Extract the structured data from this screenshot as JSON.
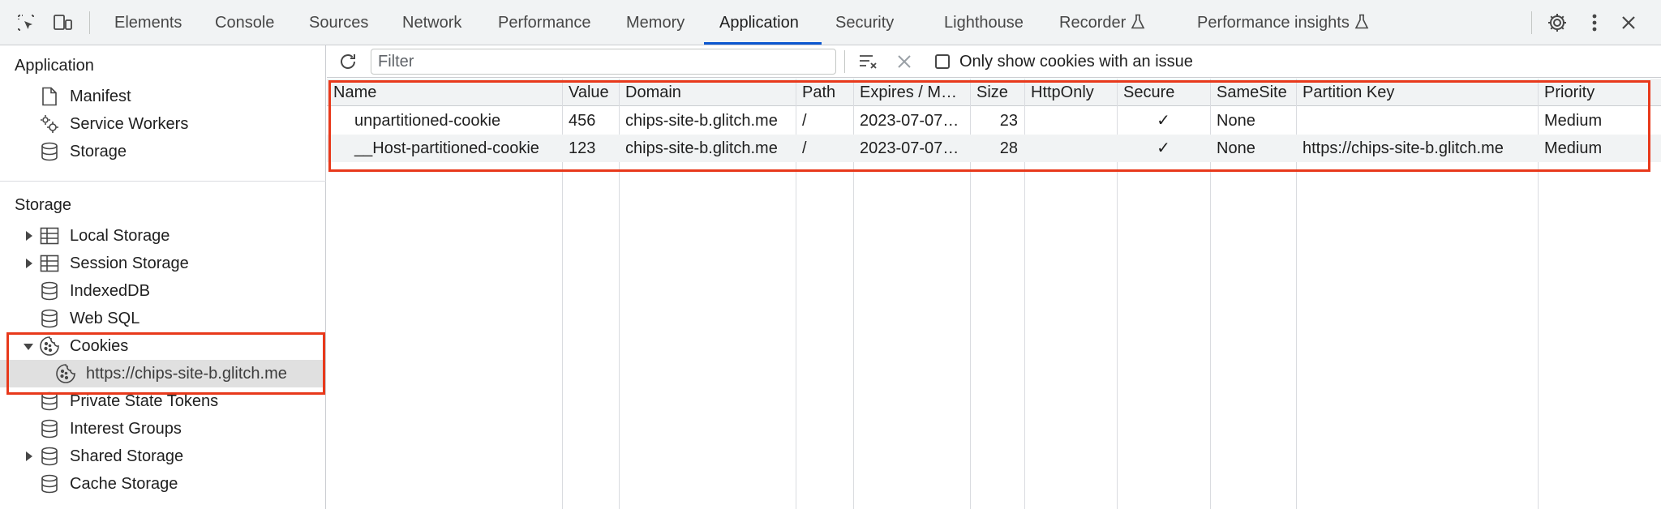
{
  "tabs": [
    {
      "label": "Elements"
    },
    {
      "label": "Console"
    },
    {
      "label": "Sources"
    },
    {
      "label": "Network"
    },
    {
      "label": "Performance"
    },
    {
      "label": "Memory"
    },
    {
      "label": "Application"
    },
    {
      "label": "Security"
    },
    {
      "label": "Lighthouse"
    },
    {
      "label": "Recorder"
    },
    {
      "label": "Performance insights"
    }
  ],
  "sidebar": {
    "application_title": "Application",
    "application_items": [
      {
        "label": "Manifest",
        "icon": "document-icon"
      },
      {
        "label": "Service Workers",
        "icon": "gears-icon"
      },
      {
        "label": "Storage",
        "icon": "database-icon"
      }
    ],
    "storage_title": "Storage",
    "storage_items": [
      {
        "label": "Local Storage",
        "icon": "table-icon",
        "expandable": true
      },
      {
        "label": "Session Storage",
        "icon": "table-icon",
        "expandable": true
      },
      {
        "label": "IndexedDB",
        "icon": "database-icon"
      },
      {
        "label": "Web SQL",
        "icon": "database-icon"
      },
      {
        "label": "Cookies",
        "icon": "cookie-icon",
        "expanded": true
      },
      {
        "label": "https://chips-site-b.glitch.me",
        "icon": "cookie-icon",
        "selected": true
      },
      {
        "label": "Private State Tokens",
        "icon": "database-icon"
      },
      {
        "label": "Interest Groups",
        "icon": "database-icon"
      },
      {
        "label": "Shared Storage",
        "icon": "database-icon",
        "expandable": true
      },
      {
        "label": "Cache Storage",
        "icon": "database-icon"
      }
    ]
  },
  "toolbar": {
    "filter_placeholder": "Filter",
    "only_issue_label": "Only show cookies with an issue"
  },
  "table": {
    "columns": [
      "Name",
      "Value",
      "Domain",
      "Path",
      "Expires / M…",
      "Size",
      "HttpOnly",
      "Secure",
      "SameSite",
      "Partition Key",
      "Priority"
    ],
    "rows": [
      [
        "unpartitioned-cookie",
        "456",
        "chips-site-b.glitch.me",
        "/",
        "2023-07-07…",
        "23",
        "",
        "✓",
        "None",
        "",
        "Medium"
      ],
      [
        "__Host-partitioned-cookie",
        "123",
        "chips-site-b.glitch.me",
        "/",
        "2023-07-07…",
        "28",
        "",
        "✓",
        "None",
        "https://chips-site-b.glitch.me",
        "Medium"
      ]
    ]
  },
  "colors": {
    "accent": "#0b57d0",
    "highlight": "#e8391b"
  }
}
